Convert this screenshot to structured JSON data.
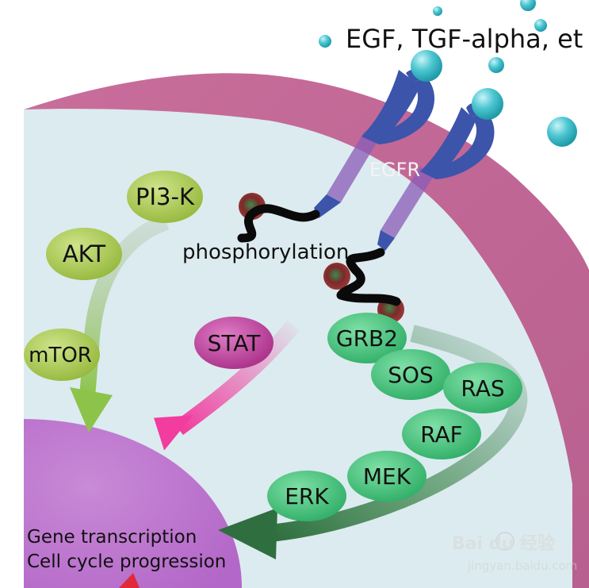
{
  "labels": {
    "ligand": "EGF, TGF-alpha, et",
    "receptor": "EGFR",
    "phosphorylation": "phosphorylation",
    "pi3k": "PI3-K",
    "akt": "AKT",
    "mtor": "mTOR",
    "stat": "STAT",
    "grb2": "GRB2",
    "sos": "SOS",
    "ras": "RAS",
    "raf": "RAF",
    "mek": "MEK",
    "erk": "ERK",
    "outcome_line1": "Gene transcription",
    "outcome_line2": "Cell cycle progression"
  },
  "watermark": {
    "brand": "Bai du 经验",
    "url": "jingyan.baidu.com"
  },
  "colors": {
    "membrane": "#c06e9a",
    "cytoplasm": "#dcebef",
    "nucleus": "#c27fd2",
    "receptor": "#3c54aa",
    "ligand": "#38b7c4",
    "green_node": "#3fbf78",
    "lime_node": "#a9c94f",
    "stat_node": "#c0409c",
    "pathway_arrow": "#3d7d4d",
    "stat_arrow": "#ee3c9c",
    "akt_arrow": "#8cc44a"
  }
}
